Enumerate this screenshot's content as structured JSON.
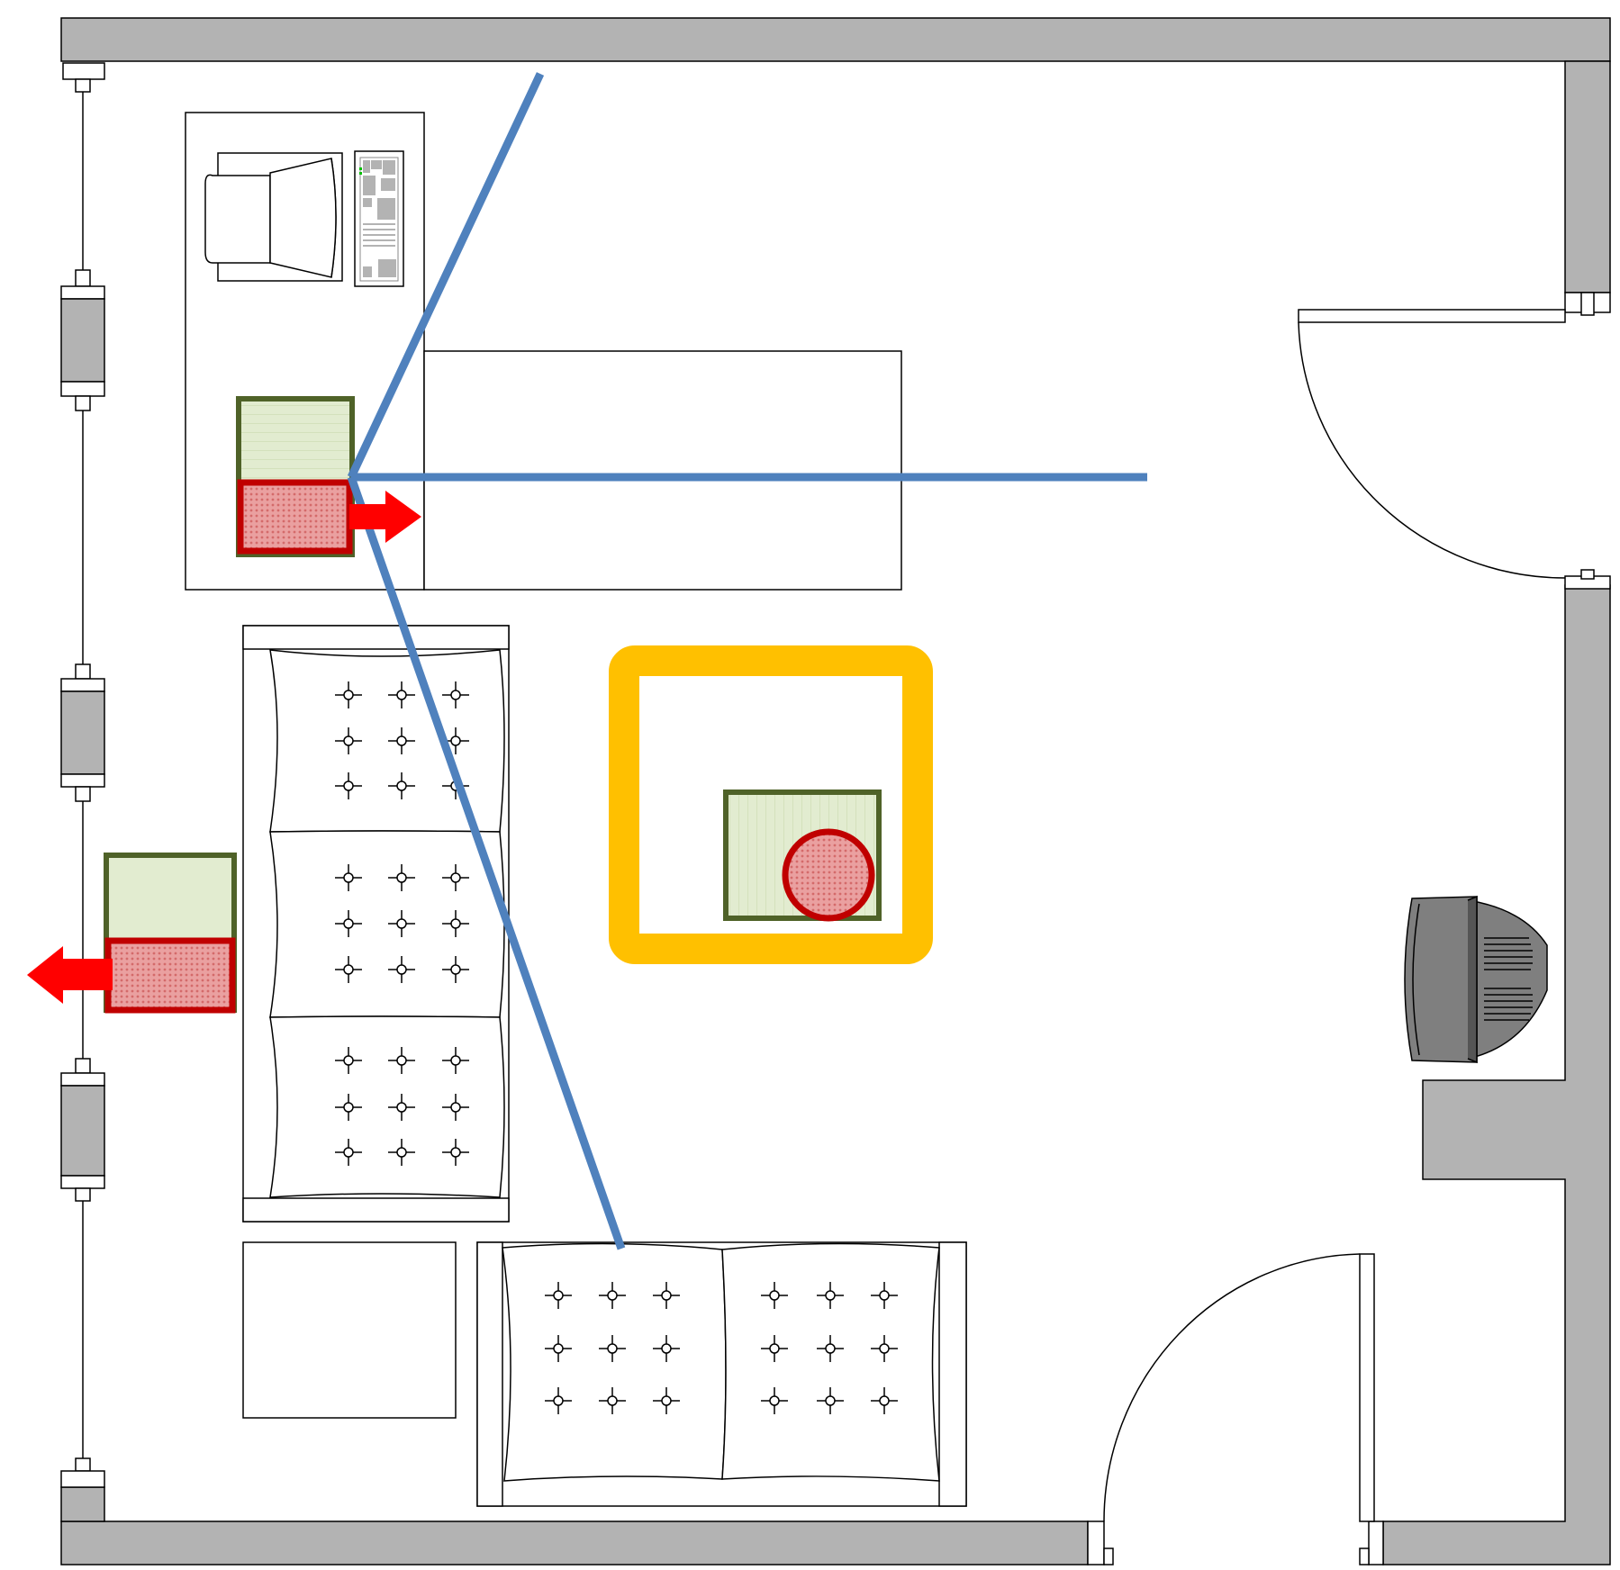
{
  "colors": {
    "wall": "#b3b3b3",
    "line": "#000000",
    "accent_blue": "#4f81bd",
    "frame_yellow": "#ffc000",
    "device_fill": "#e2ecd0",
    "device_border": "#4f6228",
    "signal_red": "#c00000",
    "signal_fill": "#e8999a",
    "arrow_red": "#ff0000",
    "tv_dark": "#7f7f7f"
  },
  "elements": {
    "walls": "room-walls",
    "window": "left-window",
    "desk": "desk",
    "chair": "office-chair",
    "pc": "computer-tower",
    "bed": "bed",
    "sofa_vertical": "sofa-three-seat",
    "sofa_horizontal": "sofa-two-seat",
    "side_table": "side-table",
    "door_top": "door-right-upper",
    "door_bottom": "door-bottom",
    "tv": "television",
    "focus_frame": "focus-frame",
    "signal_lines": "sight-lines"
  }
}
